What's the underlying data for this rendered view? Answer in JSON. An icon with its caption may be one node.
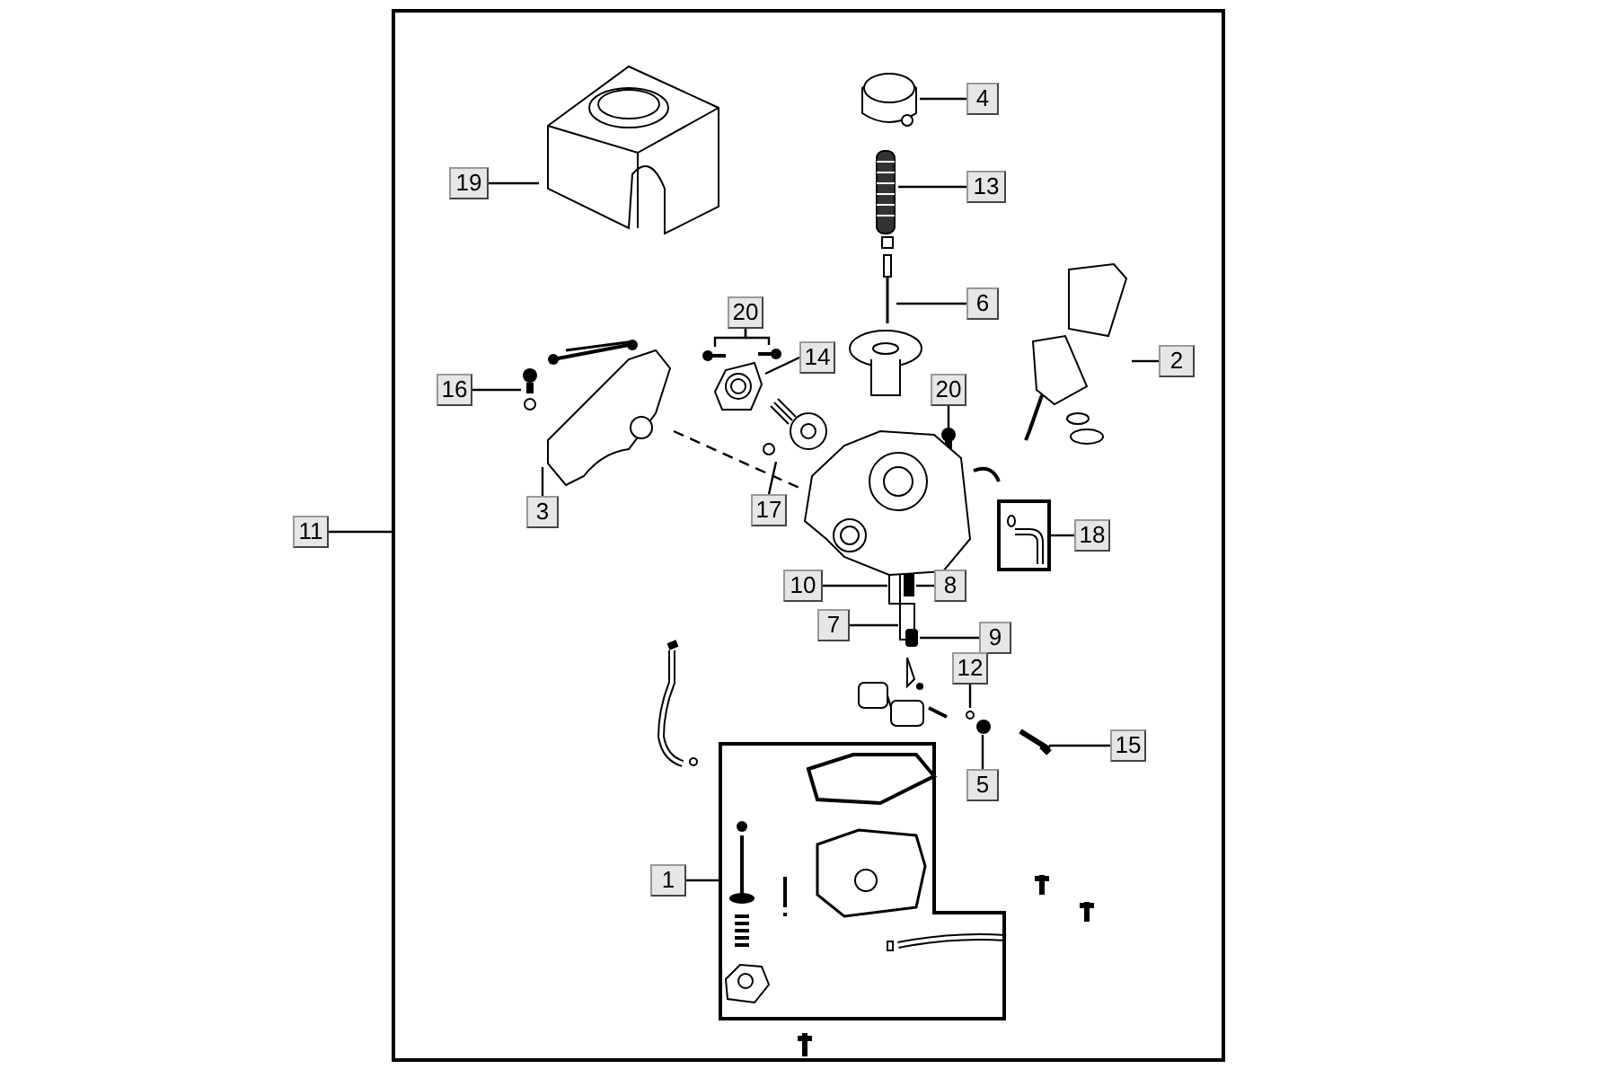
{
  "diagram": {
    "nodes": [
      {
        "text": [],
        "shape": "box"
      },
      {
        "text": [
          "19"
        ],
        "in": 0
      },
      {
        "text": [],
        "shape": "picture",
        "in": 0
      },
      {
        "text": [
          "4"
        ],
        "in": 0
      },
      {
        "text": [],
        "shape": "picture",
        "in": 0
      },
      {
        "text": [
          "13"
        ],
        "in": 0
      },
      {
        "text": [],
        "shape": "picture",
        "in": 0
      },
      {
        "text": [
          "6"
        ],
        "in": 0
      },
      {
        "text": [],
        "shape": "picture",
        "in": 0
      },
      {
        "text": [
          "20"
        ],
        "in": 0
      },
      {
        "text": [],
        "shape": "picture",
        "in": 0
      },
      {
        "text": [],
        "shape": "picture",
        "in": 0
      },
      {
        "text": [
          "14"
        ],
        "in": 0
      },
      {
        "text": [],
        "shape": "picture",
        "in": 0
      },
      {
        "text": [
          "2"
        ],
        "in": 0
      },
      {
        "text": [],
        "shape": "picture",
        "in": 0
      },
      {
        "text": [
          "16"
        ],
        "in": 0
      },
      {
        "text": [],
        "shape": "picture",
        "in": 0
      },
      {
        "text": [
          "3"
        ],
        "in": 0
      },
      {
        "text": [],
        "shape": "picture",
        "in": 0
      },
      {
        "text": [
          "17"
        ],
        "in": 0
      },
      {
        "text": [],
        "shape": "picture",
        "in": 0
      },
      {
        "text": [
          "20"
        ],
        "in": 0
      },
      {
        "text": [],
        "shape": "circle",
        "in": 0
      },
      {
        "text": [
          "11"
        ]
      },
      {
        "text": [],
        "shape": "box",
        "in": 0
      },
      {
        "text": [],
        "shape": "picture",
        "in": 25
      },
      {
        "text": [
          "18"
        ],
        "in": 0
      },
      {
        "text": [
          "10"
        ],
        "in": 0
      },
      {
        "text": [],
        "shape": "bar",
        "in": 0
      },
      {
        "text": [
          "8"
        ],
        "in": 0
      },
      {
        "text": [],
        "shape": "bar",
        "in": 0
      },
      {
        "text": [
          "7"
        ],
        "in": 0
      },
      {
        "text": [],
        "shape": "bar",
        "in": 0
      },
      {
        "text": [
          "9"
        ],
        "in": 0
      },
      {
        "text": [],
        "shape": "bar",
        "in": 0
      },
      {
        "text": [
          "12"
        ],
        "in": 0
      },
      {
        "text": [],
        "shape": "circle",
        "in": 0
      },
      {
        "text": [
          "5"
        ],
        "in": 0
      },
      {
        "text": [],
        "shape": "circle",
        "in": 0
      },
      {
        "text": [
          "15"
        ],
        "in": 0
      },
      {
        "text": [],
        "shape": "picture",
        "in": 0
      },
      {
        "text": [
          "1"
        ],
        "in": 0
      },
      {
        "text": [],
        "shape": "box",
        "in": 0
      },
      {
        "text": [],
        "shape": "picture",
        "in": 0
      }
    ],
    "edges": [
      {
        "from": 1,
        "to": 2,
        "arrow": "none"
      },
      {
        "from": 3,
        "to": 4,
        "arrow": "none"
      },
      {
        "from": 5,
        "to": 6,
        "arrow": "none"
      },
      {
        "from": 7,
        "to": 8,
        "arrow": "none"
      },
      {
        "from": 9,
        "to": 10,
        "arrow": "none"
      },
      {
        "from": 9,
        "to": 11,
        "arrow": "none"
      },
      {
        "from": 12,
        "to": 13,
        "arrow": "none"
      },
      {
        "from": 14,
        "to": 15,
        "arrow": "none"
      },
      {
        "from": 16,
        "to": 17,
        "arrow": "none"
      },
      {
        "from": 18,
        "to": 19,
        "arrow": "none"
      },
      {
        "from": 20,
        "to": 21,
        "arrow": "none"
      },
      {
        "from": 22,
        "to": 23,
        "arrow": "none"
      },
      {
        "from": 24,
        "to": 0,
        "arrow": "none"
      },
      {
        "from": 27,
        "to": 25,
        "arrow": "none"
      },
      {
        "from": 28,
        "to": 29,
        "arrow": "none"
      },
      {
        "from": 30,
        "to": 31,
        "arrow": "none"
      },
      {
        "from": 32,
        "to": 33,
        "arrow": "none"
      },
      {
        "from": 34,
        "to": 35,
        "arrow": "none"
      },
      {
        "from": 36,
        "to": 37,
        "arrow": "none"
      },
      {
        "from": 38,
        "to": 39,
        "arrow": "none"
      },
      {
        "from": 40,
        "to": 41,
        "arrow": "none"
      },
      {
        "from": 42,
        "to": 43,
        "arrow": "none"
      },
      {
        "from": 19,
        "to": 44,
        "arrow": "none",
        "style": "dashed"
      }
    ]
  }
}
